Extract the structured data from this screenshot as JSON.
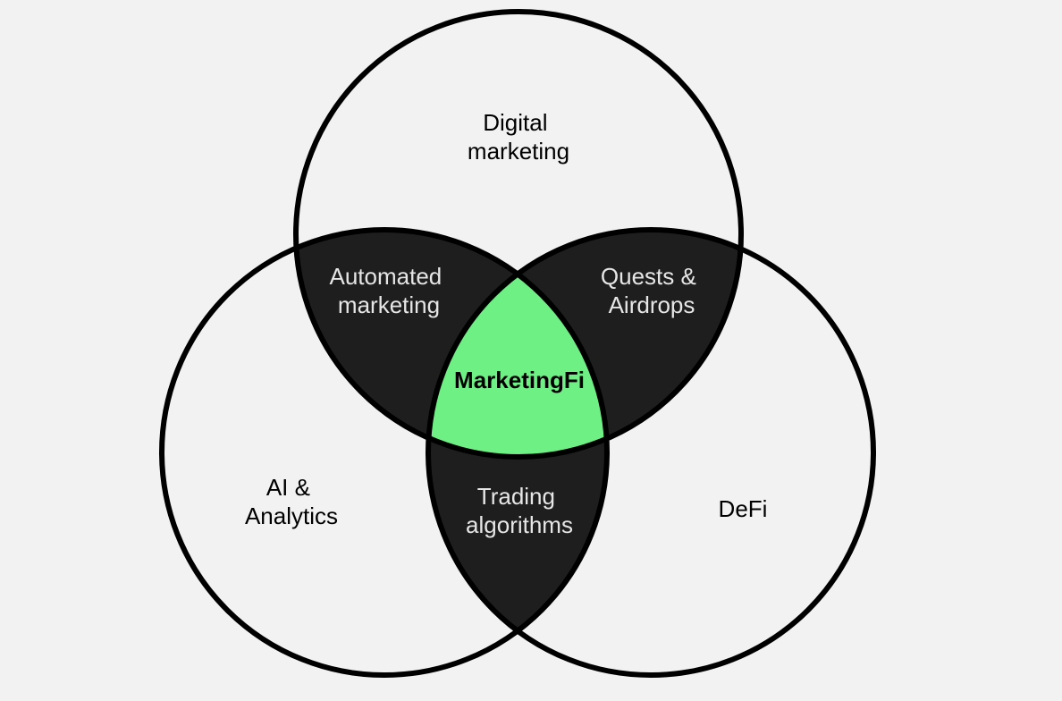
{
  "diagram": {
    "type": "venn",
    "sets": [
      {
        "id": "top",
        "label_lines": [
          "Digital",
          "marketing"
        ]
      },
      {
        "id": "left",
        "label_lines": [
          "AI &",
          "Analytics"
        ]
      },
      {
        "id": "right",
        "label_lines": [
          "DeFi"
        ]
      }
    ],
    "intersections": [
      {
        "id": "top-left",
        "label_lines": [
          "Automated",
          "marketing"
        ]
      },
      {
        "id": "top-right",
        "label_lines": [
          "Quests &",
          "Airdrops"
        ]
      },
      {
        "id": "left-right",
        "label_lines": [
          "Trading",
          "algorithms"
        ]
      },
      {
        "id": "center",
        "label_lines": [
          "MarketingFi"
        ]
      }
    ],
    "colors": {
      "background": "#f2f2f2",
      "outline": "#000000",
      "pairwise_overlap": "#1e1e1e",
      "center_overlap": "#6ef085"
    }
  }
}
